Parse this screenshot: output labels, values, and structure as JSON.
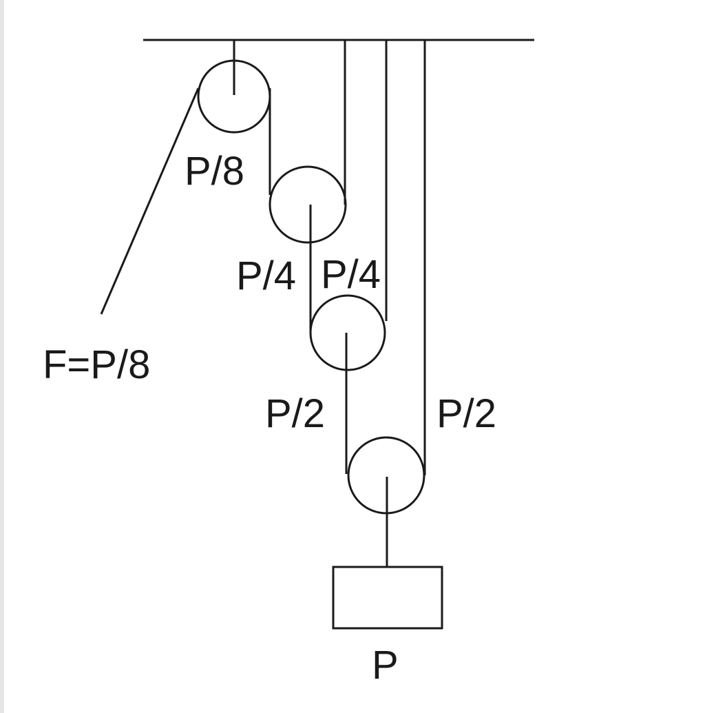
{
  "diagram": {
    "line_color": "#1a1a1a",
    "text_color": "#1a1a1a",
    "edge_color": "#e6e6e6",
    "labels": {
      "top_pulley_tension": "P/8",
      "second_pulley_left": "P/4",
      "second_pulley_right": "P/4",
      "third_pulley_left": "P/2",
      "third_pulley_right": "P/2",
      "applied_force": "F=P/8",
      "load": "P"
    }
  }
}
